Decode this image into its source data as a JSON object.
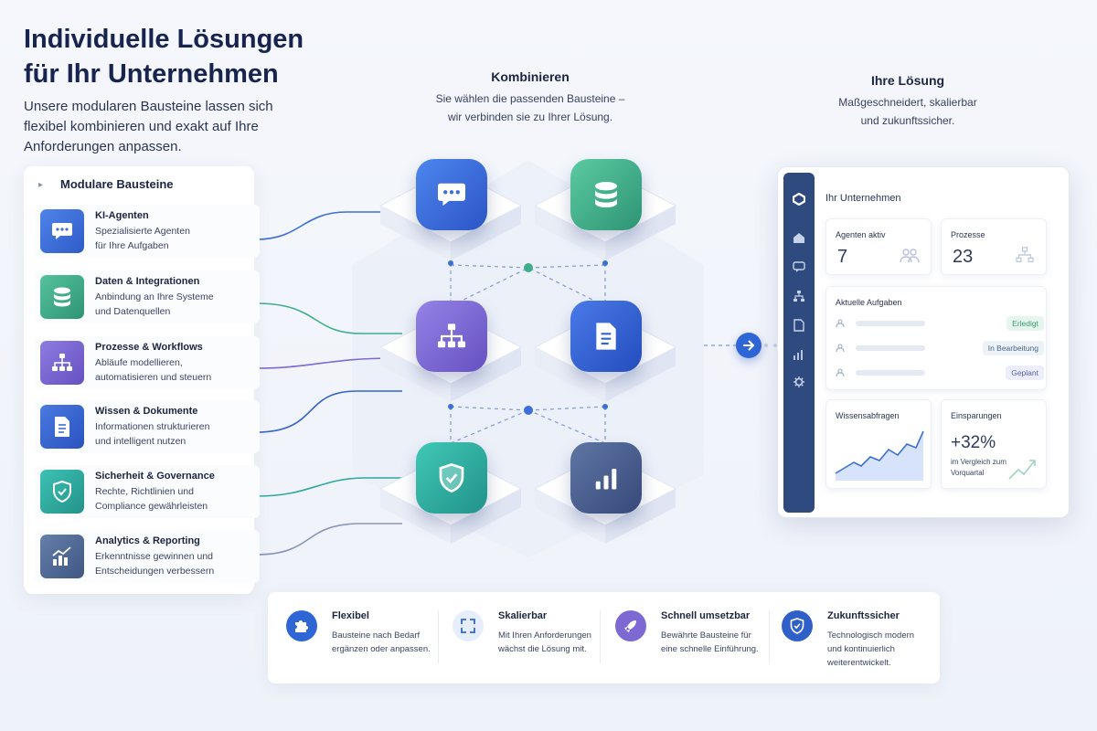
{
  "header": {
    "title_line1": "Individuelle Lösungen",
    "title_line2": "für Ihr Unternehmen",
    "subtitle": "Unsere modularen Bausteine lassen sich flexibel kombinieren und exakt auf Ihre Anforderungen anpassen."
  },
  "combine": {
    "title": "Kombinieren",
    "line1": "Sie wählen die passenden Bausteine –",
    "line2": "wir verbinden sie zu Ihrer Lösung."
  },
  "solution": {
    "title": "Ihre Lösung",
    "line1": "Maßgeschneidert, skalierbar",
    "line2": "und zukunftssicher."
  },
  "modules": {
    "title": "Modulare Bausteine",
    "items": [
      {
        "title": "KI-Agenten",
        "line1": "Spezialisierte Agenten",
        "line2": "für Ihre Aufgaben",
        "icon": "chat-icon",
        "color": "#3d6fd8"
      },
      {
        "title": "Daten & Integrationen",
        "line1": "Anbindung an Ihre Systeme",
        "line2": "und Datenquellen",
        "icon": "database-icon",
        "color": "#3fae8c"
      },
      {
        "title": "Prozesse & Workflows",
        "line1": "Abläufe modellieren,",
        "line2": "automatisieren und steuern",
        "icon": "workflow-icon",
        "color": "#7d68d4"
      },
      {
        "title": "Wissen & Dokumente",
        "line1": "Informationen strukturieren",
        "line2": "und intelligent nutzen",
        "icon": "document-icon",
        "color": "#3563cf"
      },
      {
        "title": "Sicherheit & Governance",
        "line1": "Rechte, Richtlinien und",
        "line2": "Compliance gewährleisten",
        "icon": "shield-icon",
        "color": "#2ea99f"
      },
      {
        "title": "Analytics & Reporting",
        "line1": "Erkenntnisse gewinnen und",
        "line2": "Entscheidungen verbessern",
        "icon": "analytics-icon",
        "color": "#506a94"
      }
    ]
  },
  "app": {
    "company": "Ihr Unternehmen",
    "stats": [
      {
        "label": "Agenten aktiv",
        "value": "7",
        "icon": "users-icon"
      },
      {
        "label": "Prozesse",
        "value": "23",
        "icon": "workflow-icon"
      }
    ],
    "tasks_title": "Aktuelle Aufgaben",
    "tasks": [
      {
        "status": "Erledigt",
        "color": "#3a9a6a",
        "bg": "#e6f5ee"
      },
      {
        "status": "In Bearbeitung",
        "color": "#4a6788",
        "bg": "#edf2f7"
      },
      {
        "status": "Geplant",
        "color": "#5b5fa8",
        "bg": "#eceefb"
      }
    ],
    "knowledge_title": "Wissensabfragen",
    "savings_title": "Einsparungen",
    "savings_value": "+32%",
    "savings_note_line1": "im Vergleich zum",
    "savings_note_line2": "Vorquartal"
  },
  "features": [
    {
      "title": "Flexibel",
      "line1": "Bausteine nach Bedarf",
      "line2": "ergänzen oder anpassen.",
      "line3": "",
      "icon": "puzzle-icon"
    },
    {
      "title": "Skalierbar",
      "line1": "Mit Ihren Anforderungen",
      "line2": "wächst die Lösung mit.",
      "line3": "",
      "icon": "expand-icon"
    },
    {
      "title": "Schnell umsetzbar",
      "line1": "Bewährte Bausteine für",
      "line2": "eine schnelle Einführung.",
      "line3": "",
      "icon": "rocket-icon"
    },
    {
      "title": "Zukunftssicher",
      "line1": "Technologisch modern",
      "line2": "und kontinuierlich",
      "line3": "weiterentwickelt.",
      "icon": "shield-icon"
    }
  ]
}
